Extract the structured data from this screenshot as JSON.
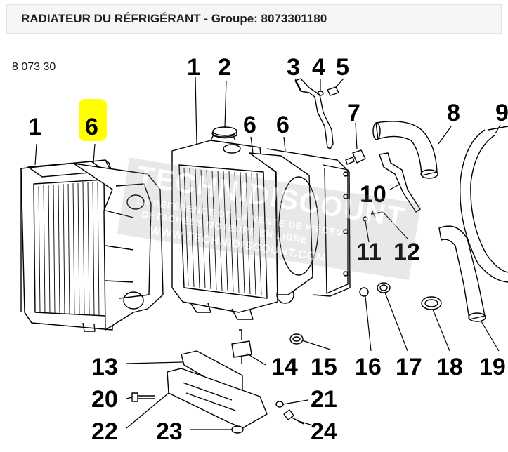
{
  "header": {
    "title": "RADIATEUR DU RÉFRIGÉRANT - Groupe: 8073301180"
  },
  "diagram": {
    "reference": "8 073 30",
    "callouts": [
      {
        "label": "1"
      },
      {
        "label": "6"
      },
      {
        "label": "1"
      },
      {
        "label": "2"
      },
      {
        "label": "6"
      },
      {
        "label": "6"
      },
      {
        "label": "3"
      },
      {
        "label": "4"
      },
      {
        "label": "5"
      },
      {
        "label": "7"
      },
      {
        "label": "8"
      },
      {
        "label": "9"
      },
      {
        "label": "10"
      },
      {
        "label": "11"
      },
      {
        "label": "12"
      },
      {
        "label": "13"
      },
      {
        "label": "14"
      },
      {
        "label": "15"
      },
      {
        "label": "16"
      },
      {
        "label": "17"
      },
      {
        "label": "18"
      },
      {
        "label": "19"
      },
      {
        "label": "20"
      },
      {
        "label": "21"
      },
      {
        "label": "22"
      },
      {
        "label": "23"
      },
      {
        "label": "24"
      }
    ],
    "highlight_color": "#ffff00"
  },
  "watermark": {
    "brand": "TECHNIDISCOUNT",
    "tagline1": "LA RÉFÉRENCE DE LA VENTE DE PIÈCES",
    "tagline2": "DÉTACHÉES MOTEURS EN LIGNE",
    "url": "WWW.TECHNIDISCOUNT.COM"
  }
}
